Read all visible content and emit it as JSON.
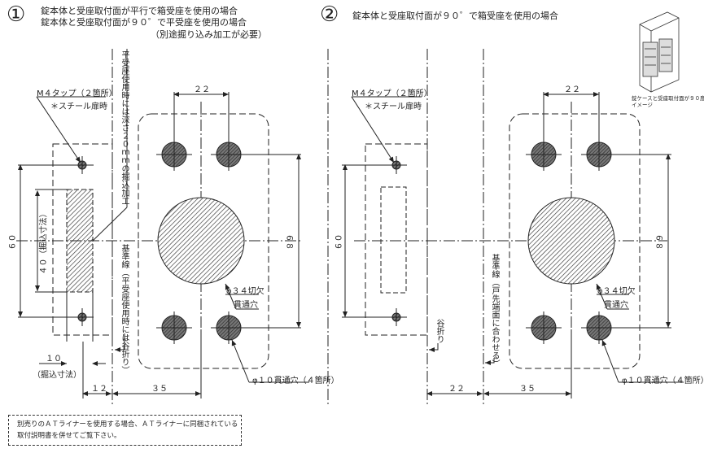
{
  "section1": {
    "number": "①",
    "title_line1": "錠本体と受座取付面が平行で箱受座を使用の場合",
    "title_line2": "錠本体と受座取付面が９０゜で平受座を使用の場合",
    "title_line3": "（別途掘り込み加工が必要）",
    "tap_label": "M４タップ（２箇所）",
    "steel_label": "＊スチール扉時",
    "recess_note": "平受座使用時には深さ２０ｍｍの掘込加工",
    "baseline_label": "基準線（平受座使用時には谷折り）",
    "dim_60": "６０",
    "dim_40": "４０（掘込寸法）",
    "dim_10": "１０",
    "dim_10_note": "（掘込寸法）",
    "dim_12": "１２",
    "dim_35": "３５",
    "dim_22": "２２",
    "dim_68": "６８",
    "cutout_label1": "φ３４切欠",
    "cutout_label2": "貫通穴",
    "hole_label": "φ１０貫通穴（４箇所）"
  },
  "section2": {
    "number": "②",
    "title_line1": "錠本体と受座取付面が９０゜で箱受座を使用の場合",
    "tap_label": "M４タップ（２箇所）",
    "steel_label": "＊スチール扉時",
    "fold_label": "谷折り",
    "baseline_label": "基準線（戸先端面に合わせる）",
    "dim_60": "６０",
    "dim_22_bottom": "２２",
    "dim_35": "３５",
    "dim_22": "２２",
    "dim_68": "６８",
    "cutout_label1": "φ３４切欠",
    "cutout_label2": "貫通穴",
    "hole_label": "φ１０貫通穴（４箇所）"
  },
  "image_caption": {
    "line1": "錠ケースと受座取付面が９０度",
    "line2": "イメージ"
  },
  "note": {
    "line1": "別売りのＡＴライナーを使用する場合、ＡＴライナーに同梱されている",
    "line2": "取付説明書を併せてご覧下さい。"
  }
}
